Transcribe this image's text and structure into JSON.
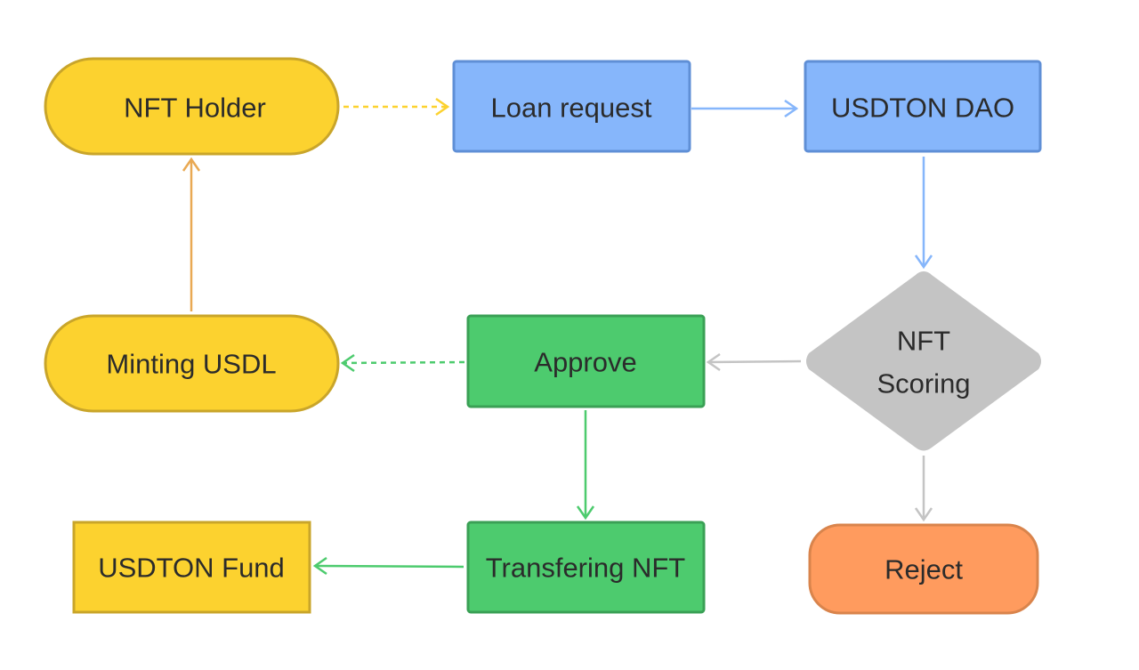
{
  "colors": {
    "yellow": "#FCD22F",
    "yellow_border": "#C9A52A",
    "blue": "#86B6FB",
    "blue_border": "#5F8FD6",
    "green": "#4DCB6E",
    "green_border": "#3AA055",
    "gray": "#C4C4C4",
    "orange": "#FF9B5E",
    "orange_border": "#D9844C",
    "arrow_yellow": "#FCD22F",
    "arrow_blue": "#86B6FB",
    "arrow_gray": "#C4C4C4",
    "arrow_green": "#4DCB6E",
    "arrow_orange": "#E9A953"
  },
  "nodes": {
    "nft_holder": "NFT Holder",
    "loan_request": "Loan request",
    "usdton_dao": "USDTON DAO",
    "nft_scoring_line1": "NFT",
    "nft_scoring_line2": "Scoring",
    "approve": "Approve",
    "minting_usdl": "Minting USDL",
    "transfering_nft": "Transfering NFT",
    "usdton_fund": "USDTON Fund",
    "reject": "Reject"
  }
}
